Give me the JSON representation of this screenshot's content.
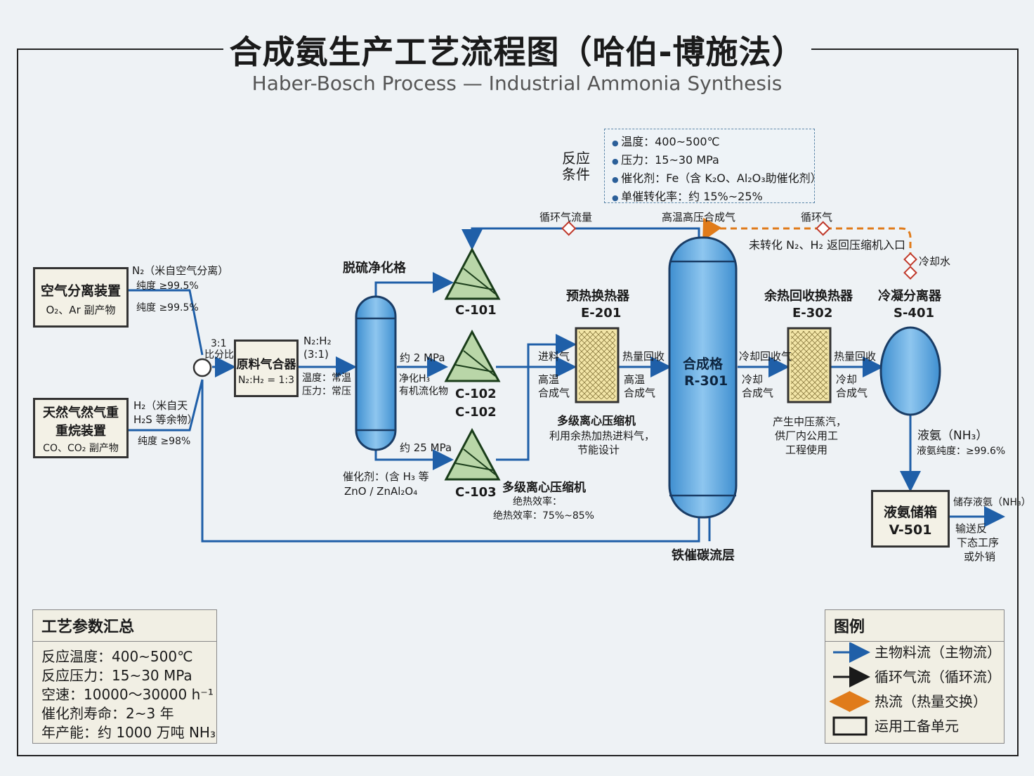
{
  "title": "合成氨生产工艺流程图（哈伯-博施法）",
  "subtitle": "Haber-Bosch Process — Industrial Ammonia Synthesis",
  "conditions": {
    "label_line1": "反应",
    "label_line2": "条件",
    "items": [
      "温度：400~500℃",
      "压力：15~30 MPa",
      "催化剂：Fe（含 K₂O、Al₂O₃助催化剂）",
      "单催转化率：约 15%~25%"
    ]
  },
  "asu": {
    "name": "空气分离装置",
    "byproduct": "O₂、Ar 副产物"
  },
  "ngr": {
    "name_line1": "天然气然气重",
    "name_line2": "重烷装置",
    "byproduct": "CO、CO₂ 副产物"
  },
  "n2_stream": {
    "label": "N₂（米自空气分离）",
    "purity1": "纯度 ≥99.5%",
    "purity2": "纯度 ≥99.5%"
  },
  "h2_stream": {
    "label": "H₂（米自天",
    "label2": "H₂S 等余物）",
    "purity": "纯度 ≥98%"
  },
  "ratio": {
    "line1": "3:1",
    "line2": "比分比"
  },
  "mixer": {
    "name": "原料气合器",
    "ratio": "N₂:H₂ = 1:3"
  },
  "mix_out": {
    "line1": "N₂:H₂",
    "line2": "(3:1)",
    "temp": "温度：常温",
    "pressure": "压力：常压"
  },
  "desulf": {
    "name": "脱硫净化格",
    "catalyst_line1": "催化剂：(含 H₃ 等",
    "catalyst_line2": "ZnO / ZnAl₂O₄"
  },
  "purify": {
    "p1": "约 2 MPa",
    "p2_line1": "净化H₃",
    "p2_line2": "有机流化物",
    "p3": "约 25 MPa"
  },
  "compressors": {
    "c101": "C-101",
    "c102a": "C-102",
    "c102b": "C-102",
    "c103": "C-103"
  },
  "multistage": {
    "name": "多级离心压缩机",
    "eff_line1": "绝热效率：",
    "eff_line2": "绝热效率：75%~85%"
  },
  "recycle_top": {
    "flow": "循环气流量",
    "hthp": "高温高压合成气",
    "gas": "循环气",
    "unconverted": "未转化 N₂、H₂ 返回压缩机入口",
    "cooling": "冷却水"
  },
  "e201": {
    "name": "预热换热器",
    "tag": "E-201",
    "in1": "进料气",
    "in2_line1": "高温",
    "in2_line2": "合成气",
    "out1": "热量回收",
    "out2_line1": "高温",
    "out2_line2": "合成气",
    "note_title": "多级离心压缩机",
    "note_line1": "利用余热加热进料气，",
    "note_line2": "节能设计"
  },
  "r301": {
    "name": "合成格",
    "tag": "R-301",
    "bed": "铁催碳流层"
  },
  "e302": {
    "name": "余热回收换热器",
    "tag": "E-302",
    "in1": "冷却回收气",
    "in2_line1": "冷却",
    "in2_line2": "合成气",
    "out1": "热量回收",
    "out2_line1": "冷却",
    "out2_line2": "合成气",
    "note_line1": "产生中压蒸汽，",
    "note_line2": "供厂内公用工",
    "note_line3": "工程使用"
  },
  "s401": {
    "name": "冷凝分离器",
    "tag": "S-401",
    "liquid": "液氨（NH₃）",
    "purity": "液氨纯度：≥99.6%"
  },
  "v501": {
    "name": "液氨储箱",
    "tag": "V-501",
    "out": "储存液氨（NH₃）",
    "dest_line1": "输送反",
    "dest_line2": "下态工序",
    "dest_line3": "或外销"
  },
  "params": {
    "header": "工艺参数汇总",
    "rows": [
      "反应温度：400~500℃",
      "反应压力：15~30 MPa",
      "空速：10000～30000 h⁻¹",
      "催化剂寿命：2~3 年",
      "年产能：约 1000 万吨 NH₃"
    ]
  },
  "legend": {
    "header": "图例",
    "items": [
      "主物料流（主物流）",
      "循环气流（循环流）",
      "热流（热量交换）",
      "运用工备单元"
    ]
  },
  "colors": {
    "main_flow": "#1f5fa8",
    "recycle_flow": "#1a1a1a",
    "heat_flow": "#e07b1a",
    "vessel": "#5aa7e0",
    "compressor": "#b9d6a8",
    "exchanger": "#f3e6a8"
  }
}
